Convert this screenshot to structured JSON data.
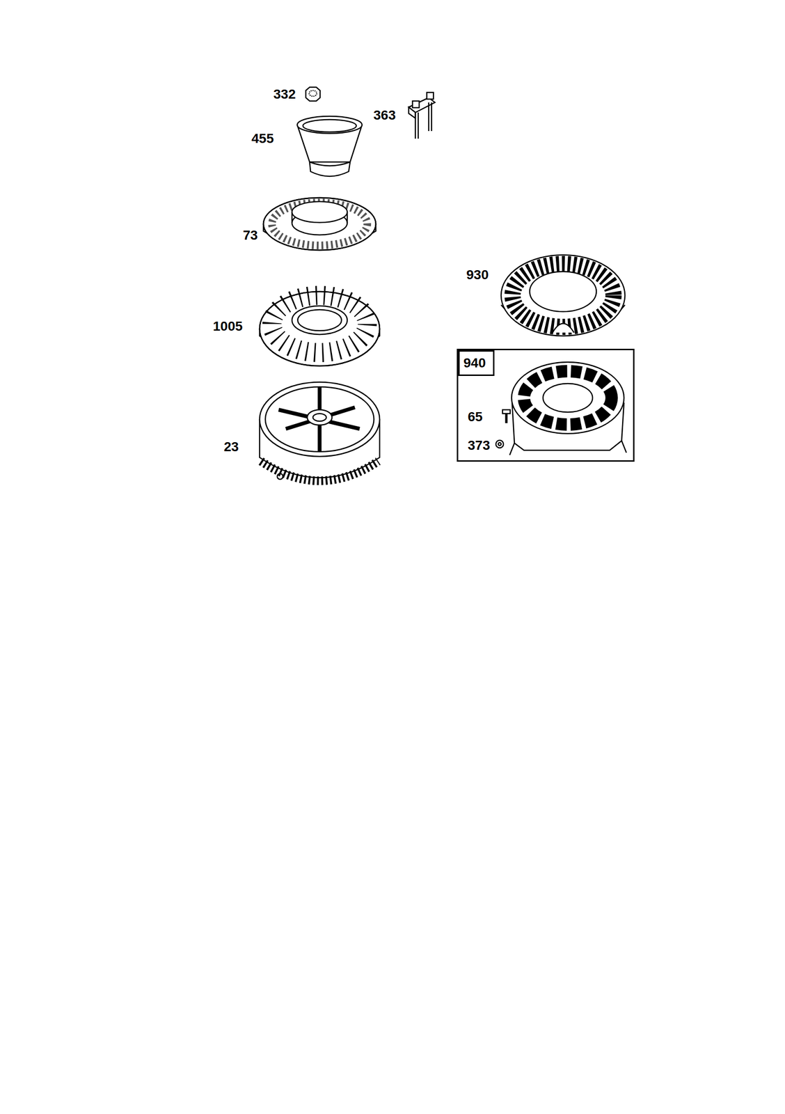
{
  "diagram": {
    "nodes": [
      {
        "text": [
          "65",
          "373"
        ]
      },
      {
        "text": [
          "940"
        ],
        "in": 0
      }
    ],
    "labels": [
      "332",
      "363",
      "455",
      "73",
      "930",
      "1005",
      "23"
    ]
  }
}
